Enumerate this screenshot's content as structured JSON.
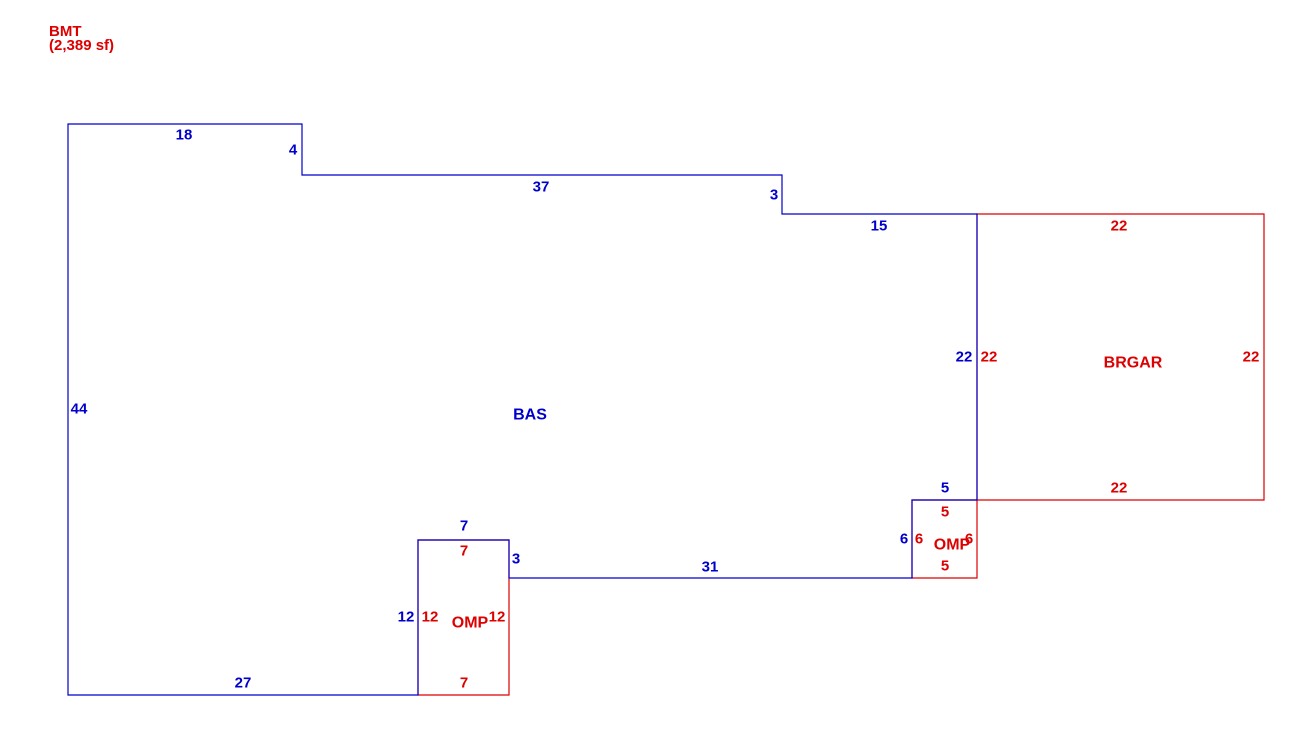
{
  "header": {
    "title": "BMT",
    "area": "(2,389 sf)"
  },
  "colors": {
    "main": "#0000cc",
    "addon": "#dd0000"
  },
  "areas": {
    "bas": "BAS",
    "brgar": "BRGAR",
    "omp_left": "OMP",
    "omp_right": "OMP"
  },
  "dimensions": {
    "bas_top_left": "18",
    "bas_step1": "4",
    "bas_top_mid": "37",
    "bas_step2": "3",
    "bas_top_right": "15",
    "bas_left": "44",
    "bas_right": "22",
    "bas_bottom": "27",
    "bas_bottom_mid": "31",
    "bas_step3": "3",
    "bas_omp_top": "7",
    "bas_omp_side": "12",
    "bas_omp2_side": "6",
    "bas_omp2_top": "5",
    "brgar_top": "22",
    "brgar_left": "22",
    "brgar_right": "22",
    "brgar_bottom": "22",
    "omp1_top": "7",
    "omp1_left": "12",
    "omp1_right": "12",
    "omp1_bottom": "7",
    "omp2_top": "5",
    "omp2_left": "6",
    "omp2_right": "6",
    "omp2_bottom": "5"
  }
}
